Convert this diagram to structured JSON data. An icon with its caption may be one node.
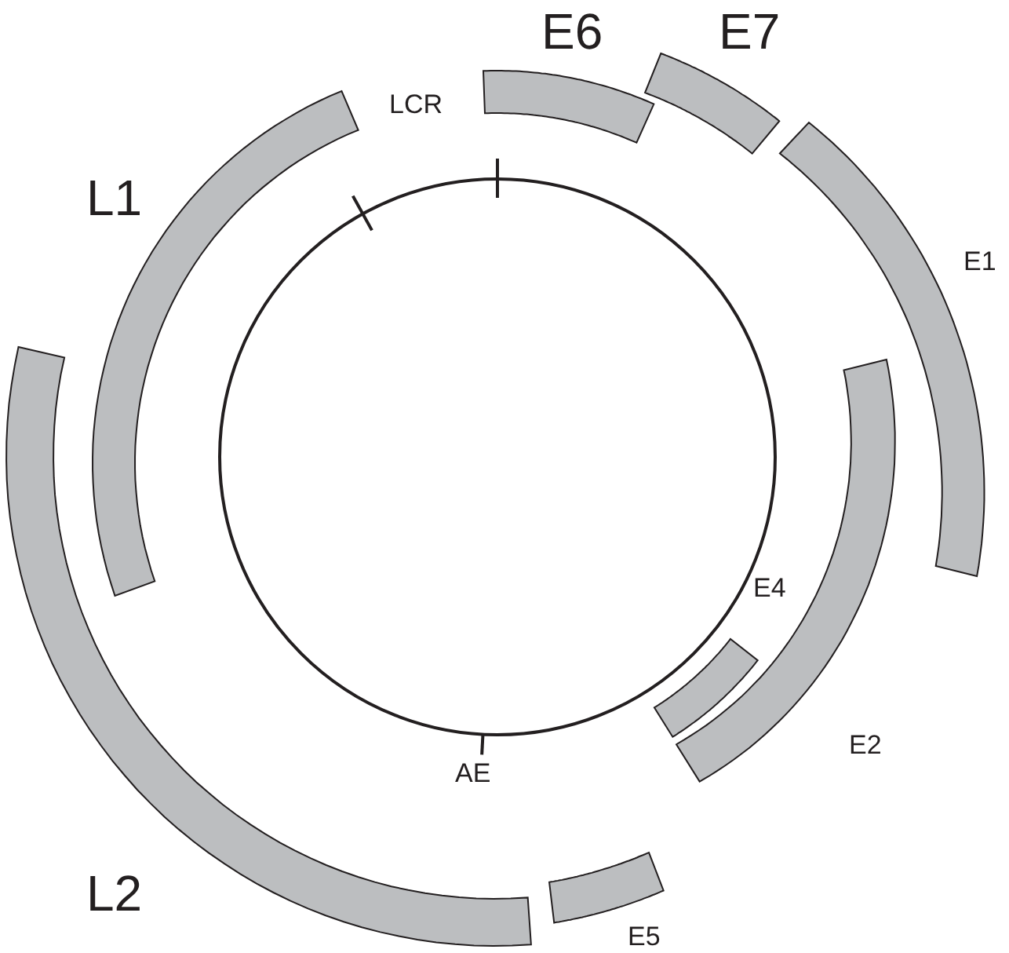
{
  "diagram": {
    "nodes": [
      {
        "text": [
          "E6"
        ]
      },
      {
        "text": [
          "E7"
        ]
      },
      {
        "text": [
          "E1"
        ]
      },
      {
        "text": [
          "E2"
        ]
      },
      {
        "text": [
          "E4"
        ]
      },
      {
        "text": [
          "E5"
        ]
      },
      {
        "text": [
          "L2"
        ]
      },
      {
        "text": [
          "L1"
        ]
      }
    ],
    "edges": [],
    "labels": [
      "LCR",
      "AE"
    ]
  }
}
